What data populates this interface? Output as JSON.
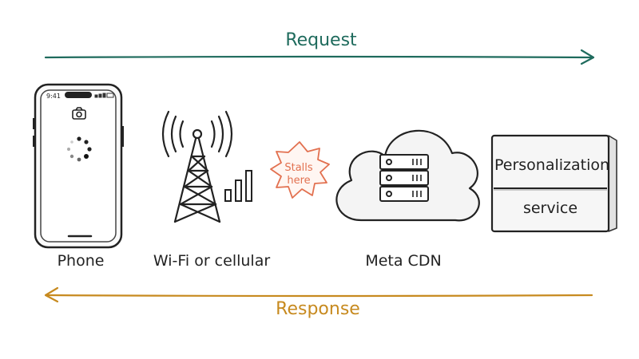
{
  "flow": {
    "request_label": "Request",
    "response_label": "Response",
    "request_color": "#1f6b5d",
    "response_color": "#c78a1f"
  },
  "phone": {
    "label": "Phone",
    "status_time": "9:41"
  },
  "network": {
    "label": "Wi-Fi or cellular"
  },
  "stall": {
    "line1": "Stalls",
    "line2": "here",
    "color": "#e2704f"
  },
  "cdn": {
    "label": "Meta CDN"
  },
  "personalization": {
    "top_label": "Personalization",
    "bottom_label": "service"
  },
  "icons": [
    "camera-icon",
    "loading-spinner-icon",
    "cell-tower-icon",
    "signal-bars-icon",
    "starburst-icon",
    "cloud-icon",
    "server-icon"
  ]
}
